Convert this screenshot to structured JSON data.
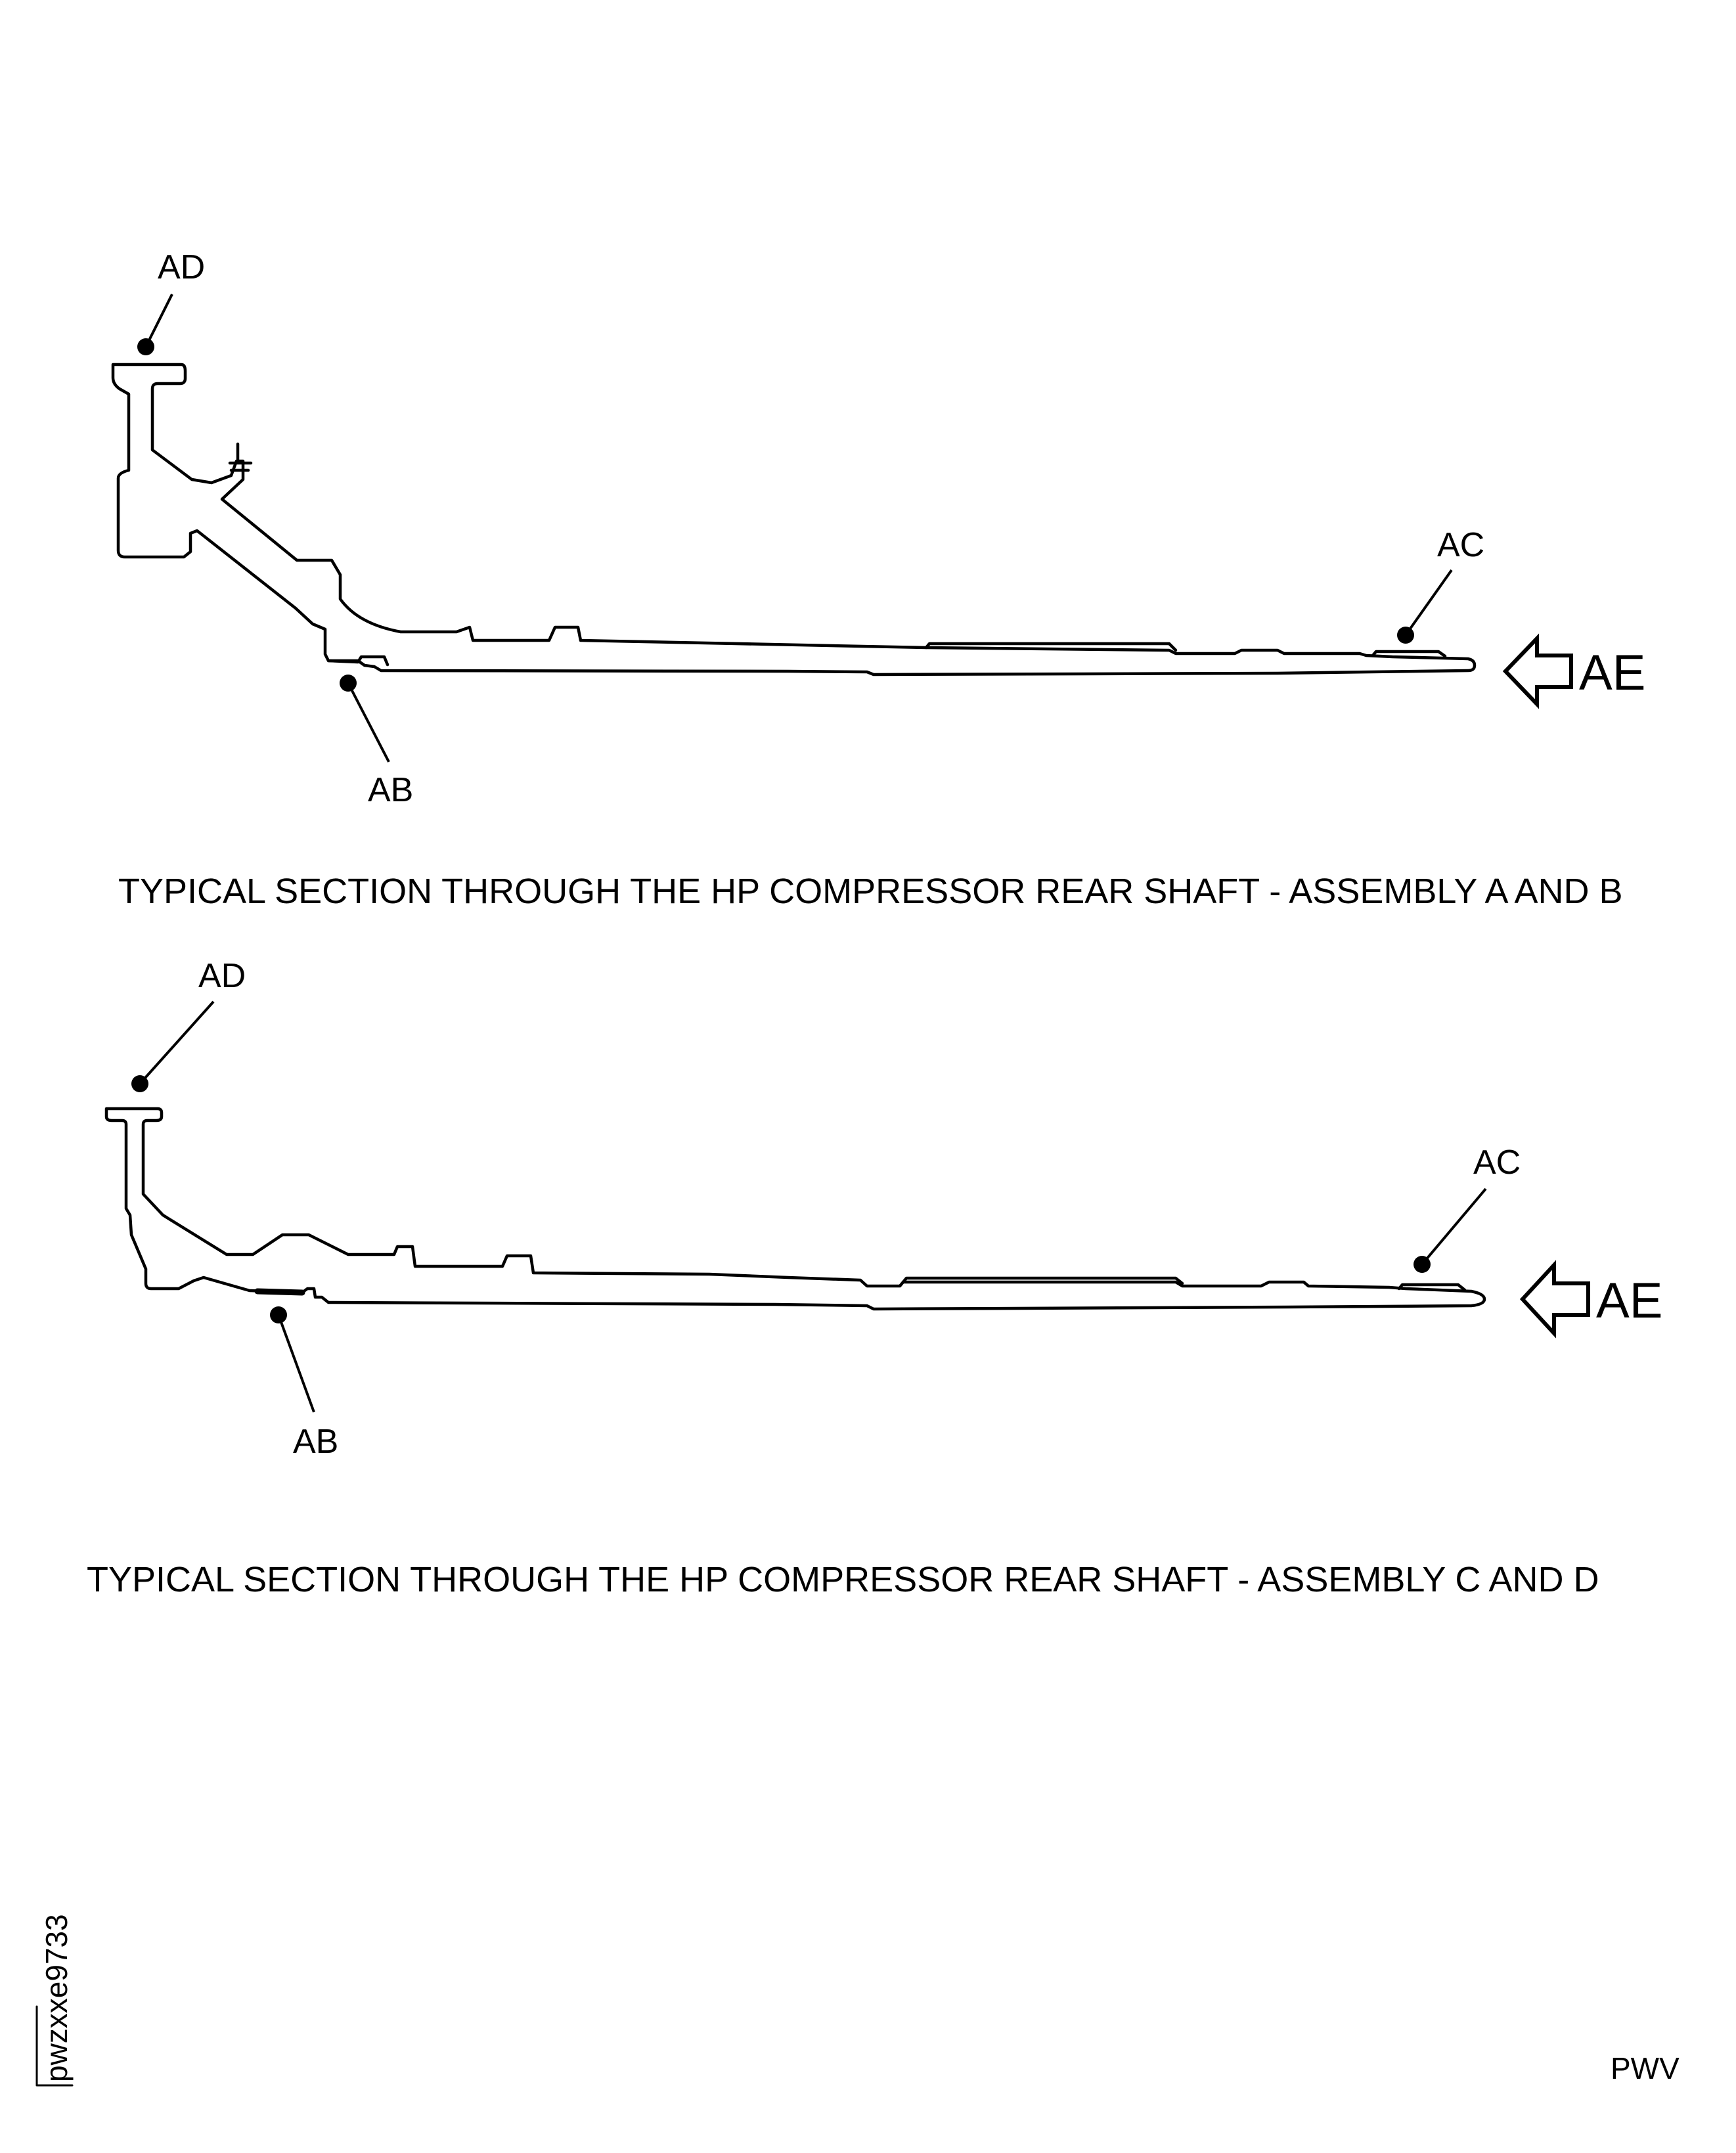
{
  "sections": [
    {
      "caption": "TYPICAL SECTION THROUGH THE HP COMPRESSOR REAR SHAFT - ASSEMBLY A AND B",
      "labels": {
        "ad": "AD",
        "ac": "AC",
        "ab": "AB",
        "view_arrow": "AE"
      }
    },
    {
      "caption": "TYPICAL SECTION THROUGH THE HP COMPRESSOR REAR SHAFT - ASSEMBLY C AND D",
      "labels": {
        "ad": "AD",
        "ac": "AC",
        "ab": "AB",
        "view_arrow": "AE"
      }
    }
  ],
  "footer": {
    "figure_id": "pwzxxe9733",
    "publisher_code": "PWV"
  }
}
